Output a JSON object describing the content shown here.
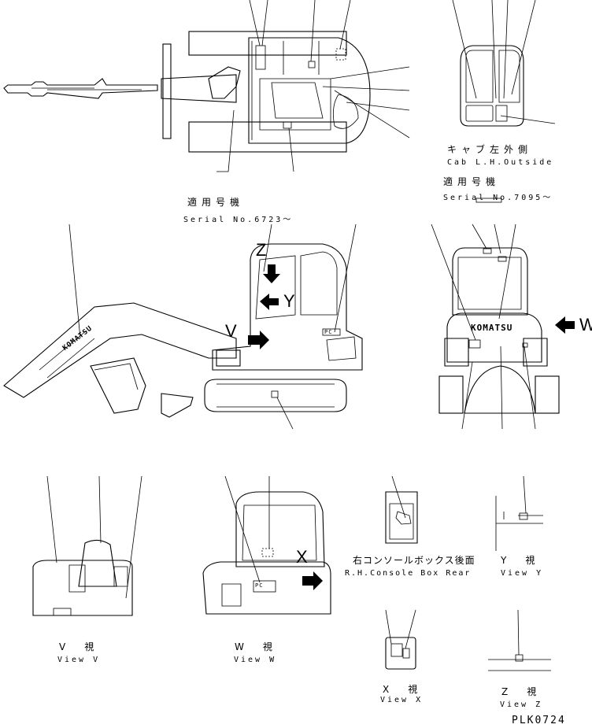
{
  "labels": {
    "cab_lh_outside_jp": "キャブ左外側",
    "cab_lh_outside_en": "Cab L.H.Outside",
    "applicable_serial_1_jp": "適用号機",
    "applicable_serial_1_en": "Serial No.7095～",
    "applicable_serial_2_jp": "適用号機",
    "applicable_serial_2_en": "Serial No.6723～",
    "rh_console_box_rear_jp": "右コンソールボックス後面",
    "rh_console_box_rear_en": "R.H.Console Box Rear",
    "view_v_jp": "V　視",
    "view_v_en": "View V",
    "view_w_jp": "W　視",
    "view_w_en": "View W",
    "view_x_jp": "X　視",
    "view_x_en": "View X",
    "view_y_jp": "Y　視",
    "view_y_en": "View Y",
    "view_z_jp": "Z　視",
    "view_z_en": "View Z",
    "arrow_z": "Z",
    "arrow_y": "Y",
    "arrow_v": "V",
    "arrow_w": "W",
    "arrow_x": "X",
    "brand_decal": "KOMATSU",
    "pc_decal": "PC",
    "drawing_code": "PLK0724"
  }
}
